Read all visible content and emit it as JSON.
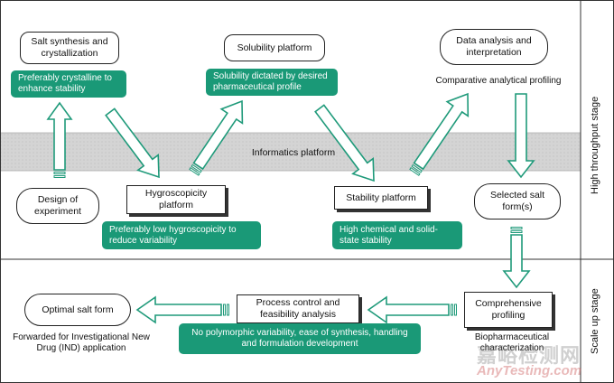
{
  "stages": {
    "top": "High throughput stage",
    "bottom": "Scale up stage"
  },
  "informatics_band": "Informatics platform",
  "nodes": {
    "salt_synthesis": {
      "title": "Salt synthesis and crystallization",
      "note": "Preferably crystalline to enhance stability"
    },
    "solubility": {
      "title": "Solubility platform",
      "note": "Solubility dictated by desired pharmaceutical profile"
    },
    "data_analysis": {
      "title": "Data analysis and interpretation",
      "note": "Comparative analytical profiling"
    },
    "design": {
      "title": "Design of experiment"
    },
    "hygroscopicity": {
      "title": "Hygroscopicity platform",
      "note": "Preferably low hygroscopicity to reduce variability"
    },
    "stability": {
      "title": "Stability platform",
      "note": "High chemical and solid-state stability"
    },
    "selected_salt": {
      "title": "Selected salt form(s)"
    },
    "comprehensive": {
      "title": "Comprehensive profiling",
      "note": "Biopharmaceutical characterization"
    },
    "process_control": {
      "title": "Process control and feasibility analysis",
      "note": "No polymorphic variability, ease of synthesis, handling and formulation development"
    },
    "optimal": {
      "title": "Optimal salt form",
      "note": "Forwarded for Investigational New Drug (IND) application"
    }
  },
  "watermark": {
    "cn": "嘉峪检测网",
    "en": "AnyTesting.com"
  },
  "colors": {
    "arrow_outline": "#1f9a7a",
    "note_fill": "#1a9977",
    "band": "#d6d6d6"
  }
}
